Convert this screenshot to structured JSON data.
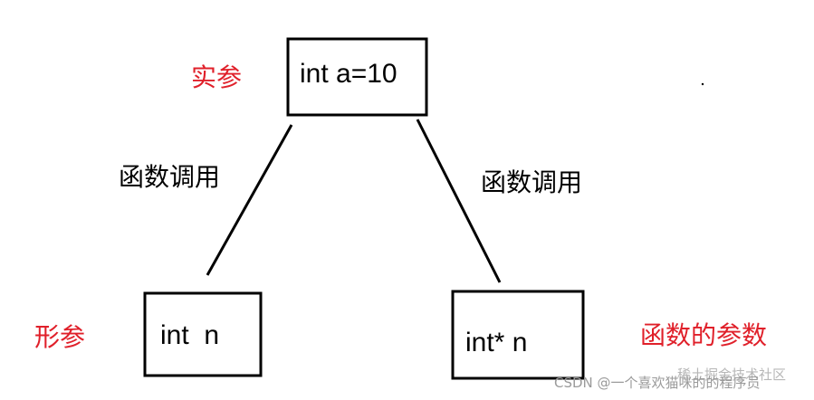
{
  "colors": {
    "accent_red": "#e0202a",
    "stroke": "#000000",
    "watermark": "#9a9a9a"
  },
  "boxes": {
    "actual": {
      "text": "int a=10"
    },
    "param_n": {
      "text": "int  n"
    },
    "param_ptr": {
      "text": "int* n"
    }
  },
  "labels": {
    "actual_param": "实参",
    "formal_param": "形参",
    "function_param": "函数的参数",
    "call_left": "函数调用",
    "call_right": "函数调用"
  },
  "watermark": {
    "text": "CSDN @一个喜欢猫咪的的程序员",
    "overlay": "稀土掘金技术社区"
  }
}
